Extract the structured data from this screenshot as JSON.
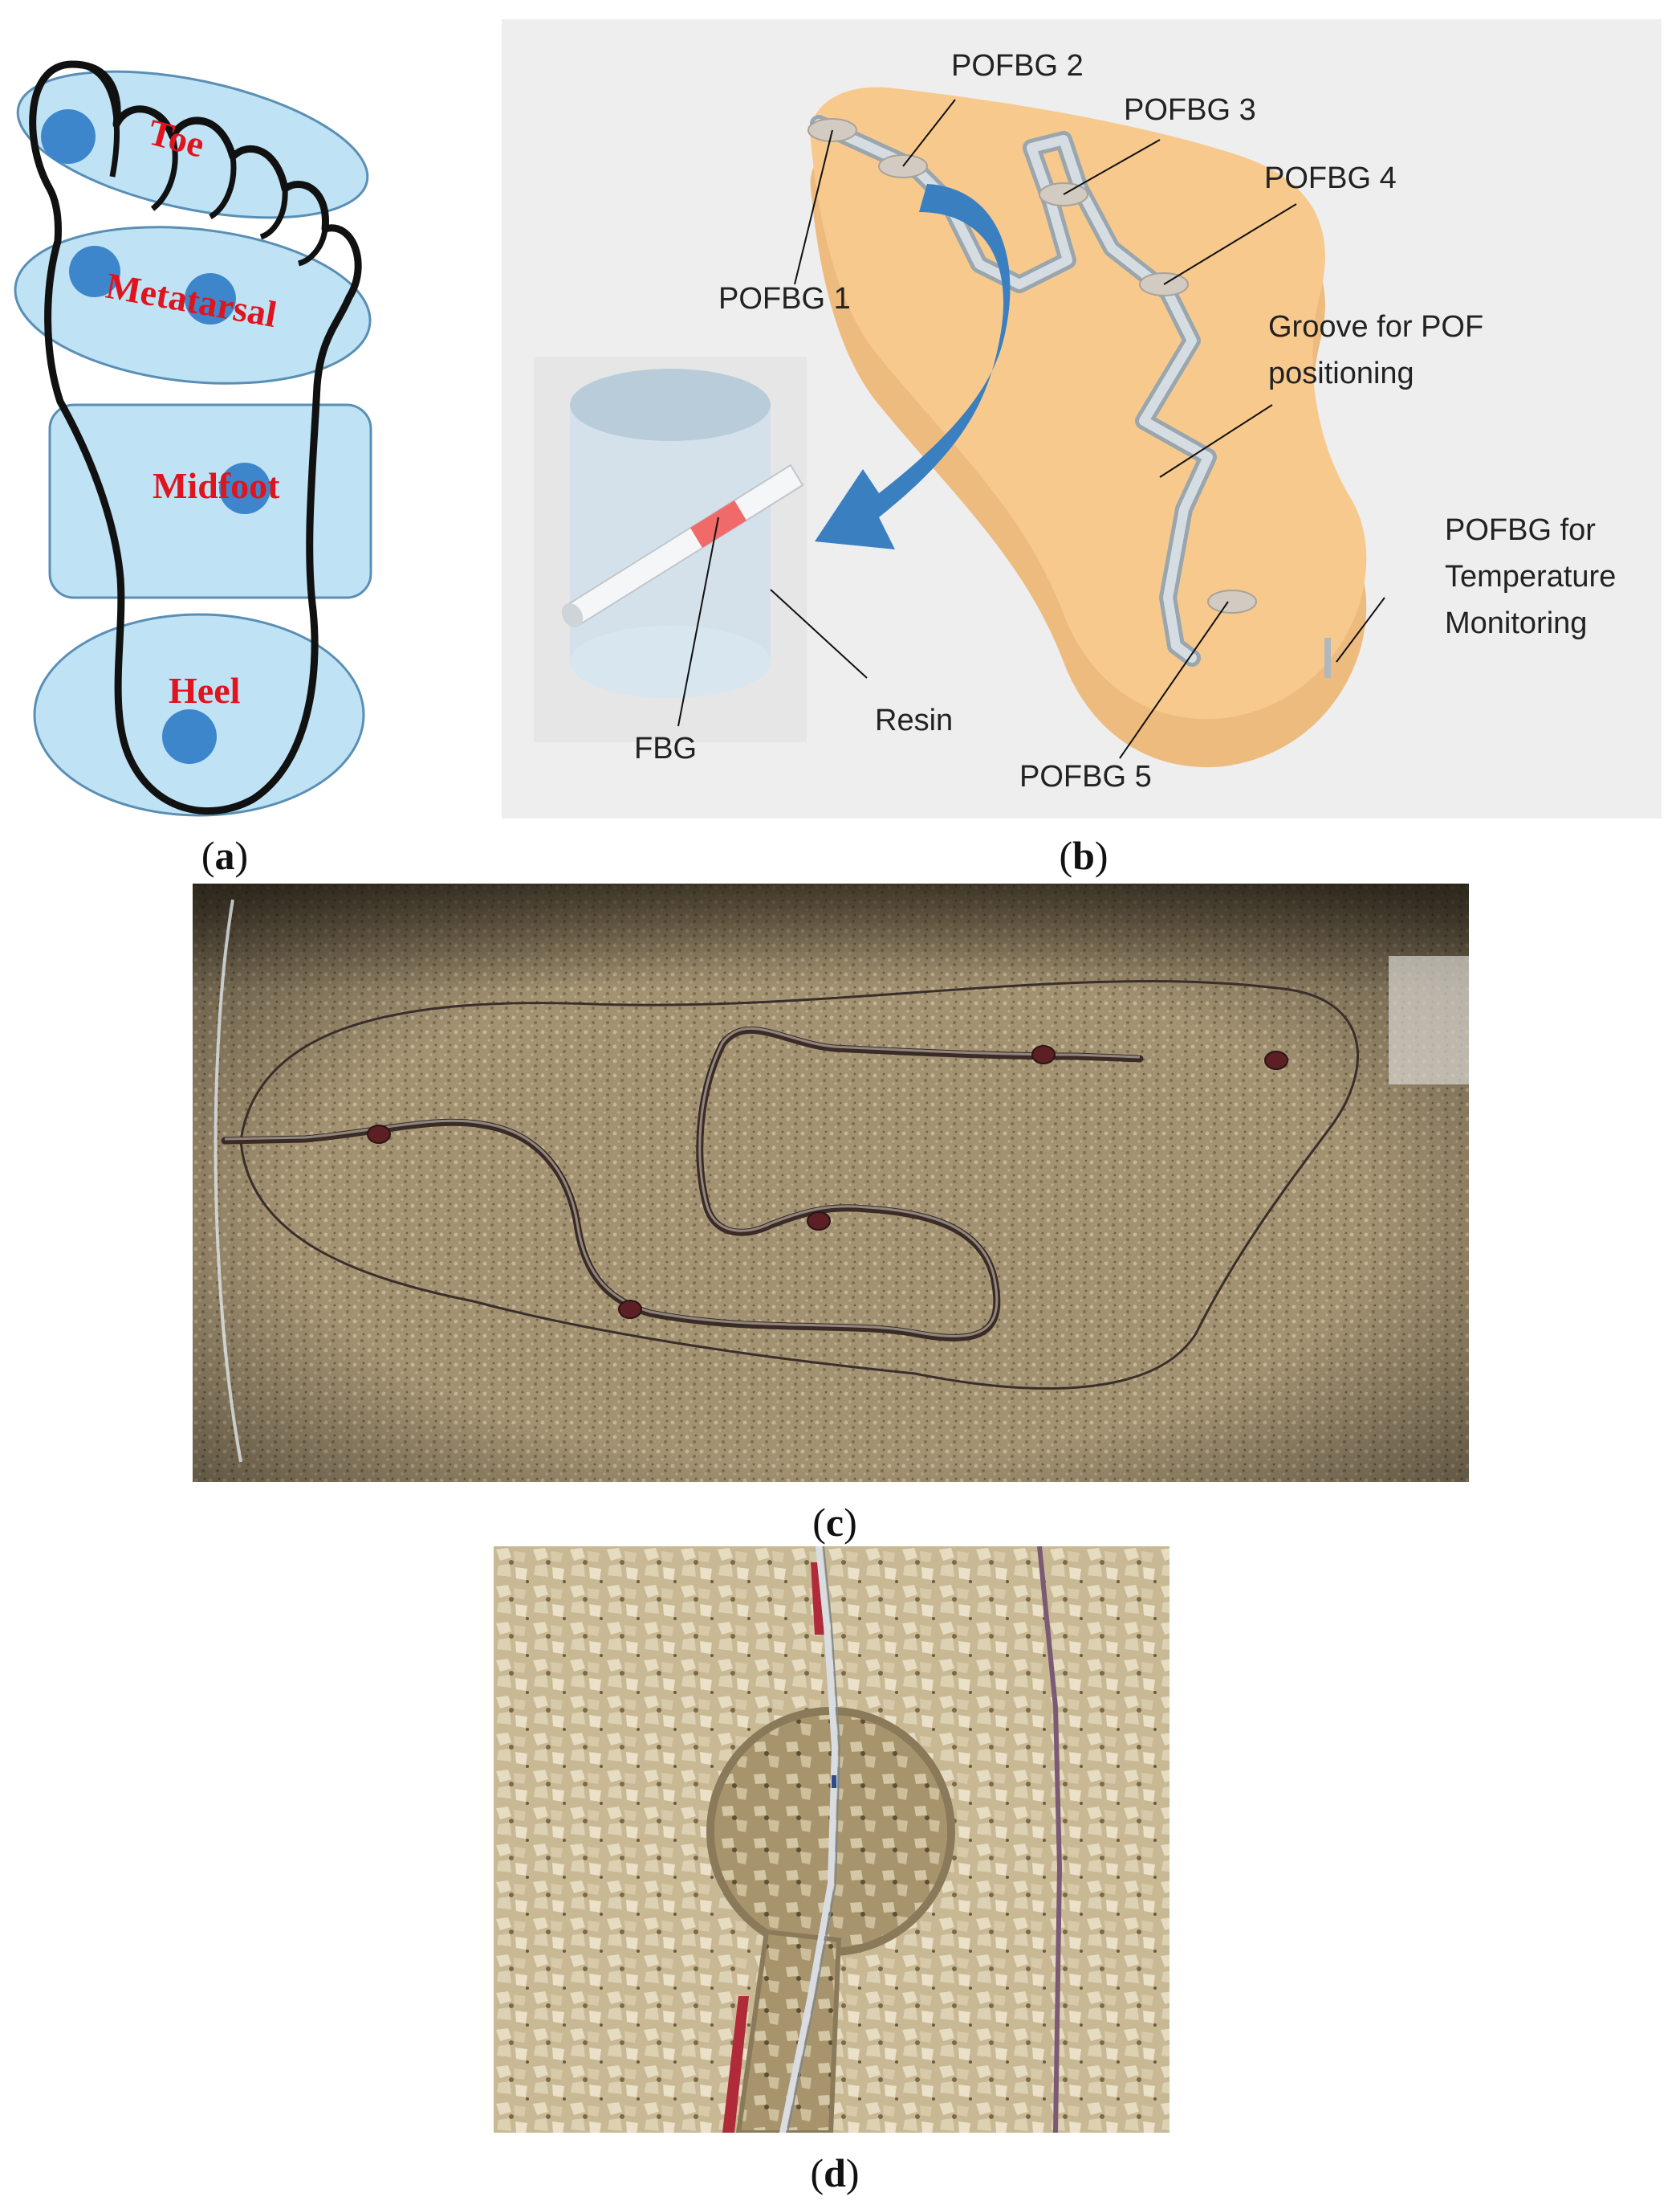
{
  "panel_a": {
    "regions": [
      "Toe",
      "Metatarsal",
      "Midfoot",
      "Heel"
    ],
    "caption": "a",
    "colors": {
      "region_fill": "#bfe3f5",
      "region_stroke": "#5a8fb5",
      "sensor_dot": "#3d86cc",
      "label": "#e0141e",
      "outline": "#111111"
    }
  },
  "panel_b": {
    "sensors": [
      "POFBG 1",
      "POFBG 2",
      "POFBG 3",
      "POFBG 4",
      "POFBG 5"
    ],
    "groove_label_line1": "Groove for POF",
    "groove_label_line2": "positioning",
    "temp_label_line1": "POFBG for",
    "temp_label_line2": "Temperature",
    "temp_label_line3": "Monitoring",
    "fbg_label": "FBG",
    "resin_label": "Resin",
    "caption": "b",
    "colors": {
      "background": "#eeeeee",
      "insole": "#f7c98d",
      "groove": "#c9d3da",
      "arrow": "#3a7fc0",
      "fbg_band": "#f06a6a"
    }
  },
  "panel_c": {
    "caption": "c",
    "colors": {
      "cork": "#a39272",
      "cork_dark": "#5c5038",
      "fiber": "#3a2b26"
    }
  },
  "panel_d": {
    "caption": "d",
    "colors": {
      "cork": "#c9b894",
      "cork_dark": "#8a7a5a",
      "fiber": "#d9dde2",
      "tape": "#b02a3a"
    }
  }
}
